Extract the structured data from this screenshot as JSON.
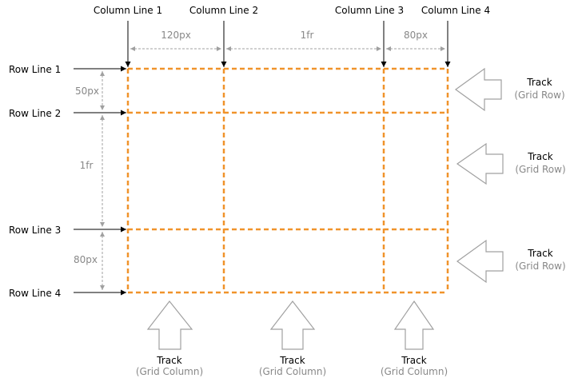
{
  "column_lines": [
    "Column Line 1",
    "Column Line 2",
    "Column Line 3",
    "Column Line 4"
  ],
  "row_lines": [
    "Row Line 1",
    "Row Line 2",
    "Row Line 3",
    "Row Line 4"
  ],
  "column_sizes": [
    "120px",
    "1fr",
    "80px"
  ],
  "row_sizes": [
    "50px",
    "1fr",
    "80px"
  ],
  "row_tracks": [
    {
      "title": "Track",
      "subtitle": "(Grid Row)"
    },
    {
      "title": "Track",
      "subtitle": "(Grid Row)"
    },
    {
      "title": "Track",
      "subtitle": "(Grid Row)"
    }
  ],
  "column_tracks": [
    {
      "title": "Track",
      "subtitle": "(Grid Column)"
    },
    {
      "title": "Track",
      "subtitle": "(Grid Column)"
    },
    {
      "title": "Track",
      "subtitle": "(Grid Column)"
    }
  ],
  "colors": {
    "grid_line": "#f0932b",
    "dimension": "#a0a0a0",
    "arrow": "#000000",
    "track_arrow": "#a0a0a0"
  }
}
